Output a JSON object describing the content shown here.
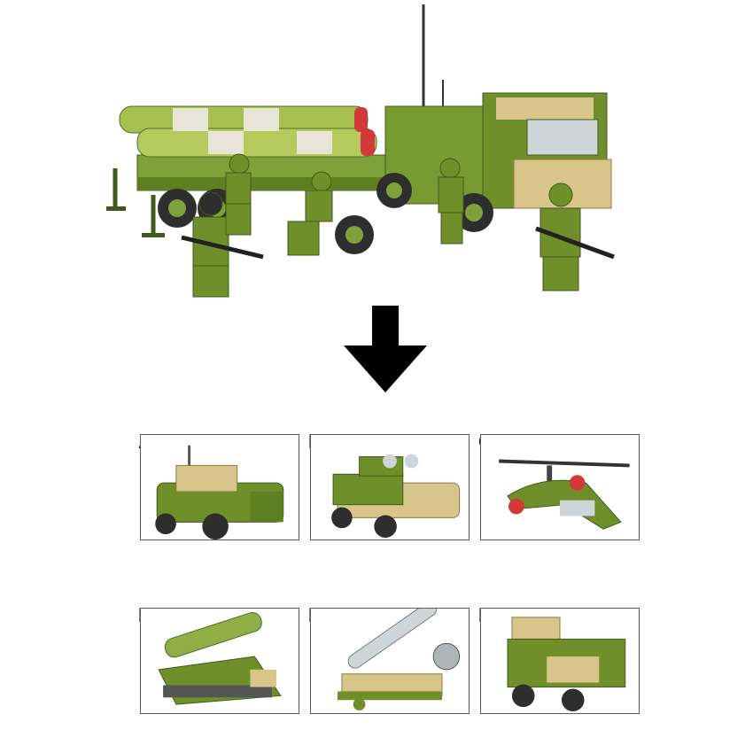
{
  "main_image": {
    "subject": "military-rocket-launcher-truck-brick-set",
    "icon": "launcher-truck-picture"
  },
  "arrow": {
    "icon": "arrow-down-icon",
    "color": "#000000"
  },
  "builds": [
    {
      "label": "A",
      "subject": "armored-car"
    },
    {
      "label": "B",
      "subject": "anti-aircraft-vehicle"
    },
    {
      "label": "C",
      "subject": "attack-helicopter"
    },
    {
      "label": "D",
      "subject": "tracked-missile-vehicle"
    },
    {
      "label": "E",
      "subject": "missile-launcher-with-radar"
    },
    {
      "label": "F",
      "subject": "radar-vehicle"
    }
  ],
  "colors": {
    "olive": "#6f8f2a",
    "camo_tan": "#d8c58a",
    "dark_green": "#3f5b1c",
    "red": "#d23a3a"
  }
}
